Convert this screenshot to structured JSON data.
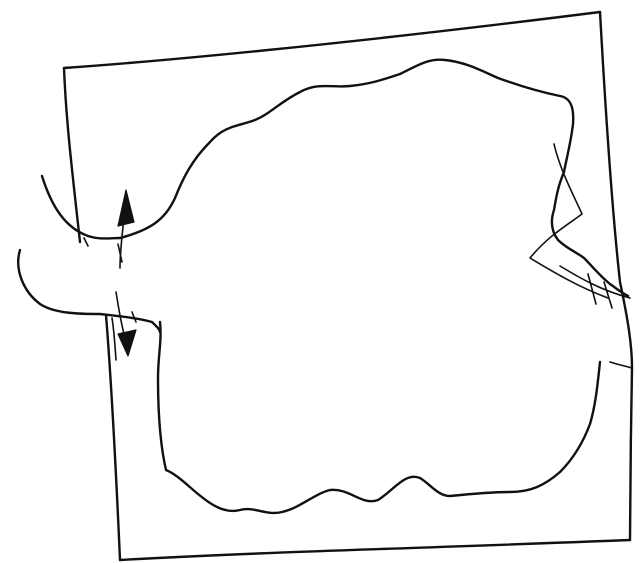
{
  "drawing": {
    "ink_color": "#111111",
    "background_color": "#ffffff",
    "elements": [
      "outer-square-outline",
      "inner-irregular-boundary",
      "left-opening-flap",
      "up-arrow-icon",
      "down-arrow-icon",
      "right-side-notch"
    ]
  }
}
